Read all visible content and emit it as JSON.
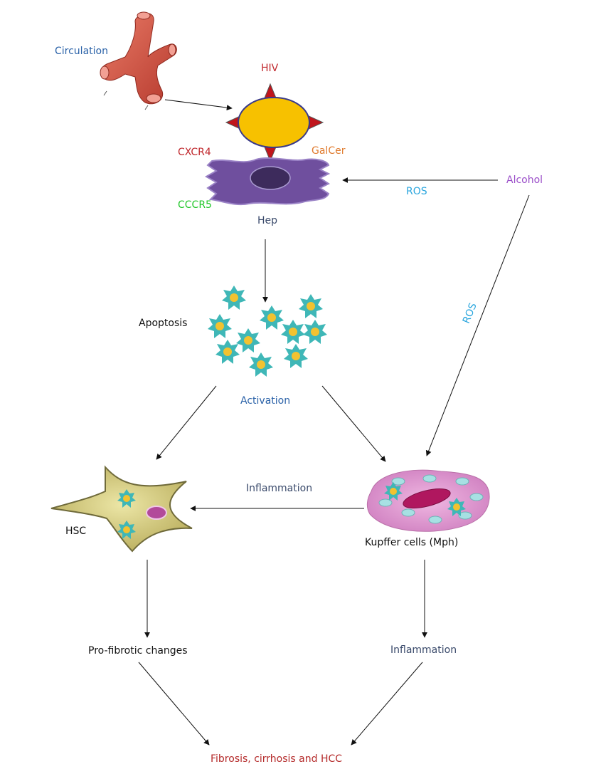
{
  "labels": {
    "circulation": "Circulation",
    "hiv": "HIV",
    "cxcr4": "CXCR4",
    "galcer": "GalCer",
    "cccr5": "CCCR5",
    "hep": "Hep",
    "alcohol": "Alcohol",
    "ros_horizontal": "ROS",
    "ros_diagonal": "ROS",
    "apoptosis": "Apoptosis",
    "activation": "Activation",
    "inflammation_mid": "Inflammation",
    "hsc": "HSC",
    "kupffer": "Kupffer cells (Mph)",
    "profibrotic": "Pro-fibrotic changes",
    "inflammation_right": "Inflammation",
    "outcome": "Fibrosis, cirrhosis and HCC"
  },
  "colors": {
    "blue_text": "#2b62a8",
    "red_text": "#c0282d",
    "orange_text": "#e07b2e",
    "green_text": "#22c72a",
    "purple_text": "#9b4fc9",
    "cyan_text": "#2aa6de",
    "hiv_body": "#f7c100",
    "hiv_spikes": "#c0151c",
    "hepatocyte": "#6f4f9e",
    "apoptotic_cell": "#3fb7b7",
    "hsc_body": "#d9d18a",
    "kupffer_body": "#e6a6d6",
    "vessel": "#d85a4a"
  },
  "icons": [
    "blood-vessel-icon",
    "hiv-virion-icon",
    "hepatocyte-icon",
    "apoptotic-cells-icon",
    "hepatic-stellate-cell-icon",
    "kupffer-cell-icon"
  ]
}
